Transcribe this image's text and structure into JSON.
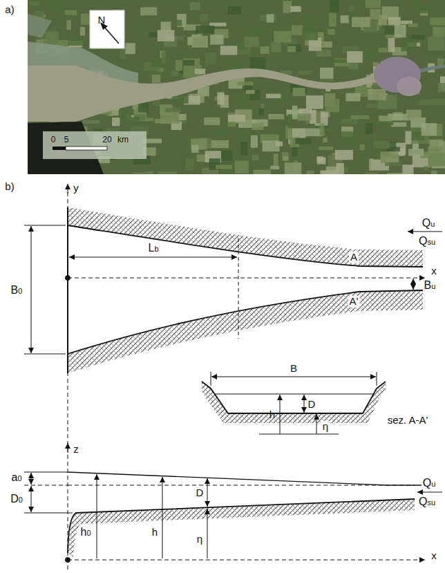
{
  "diagram": {
    "labels": [
      "a)",
      "N",
      "0",
      "5",
      "20",
      "km",
      "b)",
      "y",
      "B0",
      "Lb",
      "A",
      "Qu",
      "Qsu",
      "x",
      "Bu",
      "A'",
      "B",
      "h",
      "D",
      "η",
      "sez. A-A'",
      "z",
      "a0",
      "D0",
      "h0",
      "h",
      "D",
      "η",
      "Qu",
      "Qsu",
      "x"
    ]
  }
}
